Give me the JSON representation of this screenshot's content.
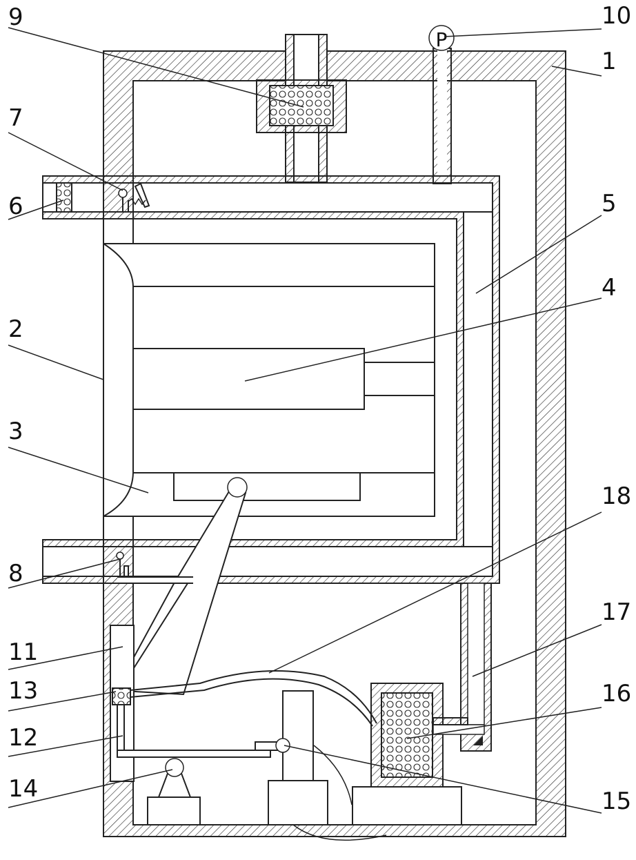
{
  "labels": {
    "l1": "1",
    "l2": "2",
    "l3": "3",
    "l4": "4",
    "l5": "5",
    "l6": "6",
    "l7": "7",
    "l8": "8",
    "l9": "9",
    "l10": "10",
    "l11": "11",
    "l12": "12",
    "l13": "13",
    "l14": "14",
    "l15": "15",
    "l16": "16",
    "l17": "17",
    "l18": "18",
    "pump_symbol": "P"
  }
}
